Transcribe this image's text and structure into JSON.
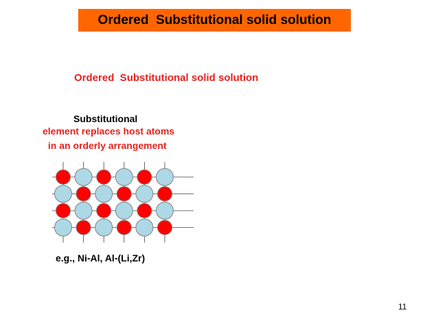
{
  "slide": {
    "title": "Ordered  Substitutional solid solution",
    "subtitle": "Ordered  Substitutional solid solution",
    "description": {
      "line1": "Substitutional",
      "line2": "element replaces host atoms",
      "line3": " in an orderly arrangement"
    },
    "example": "e.g., Ni-Al, Al-(Li,Zr)",
    "page_number": "11"
  },
  "colors": {
    "banner_background": "#ff6600",
    "accent_text": "#e8211d",
    "solute_atom": "#ff0000",
    "host_atom": "#add8e6",
    "atom_outline": "#808080",
    "lattice_line": "#404040"
  },
  "lattice": {
    "rows": [
      [
        "solute",
        "host",
        "solute",
        "host",
        "solute",
        "host"
      ],
      [
        "host",
        "solute",
        "host",
        "solute",
        "host",
        "solute"
      ],
      [
        "solute",
        "host",
        "solute",
        "host",
        "solute",
        "host"
      ],
      [
        "host",
        "solute",
        "host",
        "solute",
        "host",
        "solute"
      ]
    ]
  }
}
